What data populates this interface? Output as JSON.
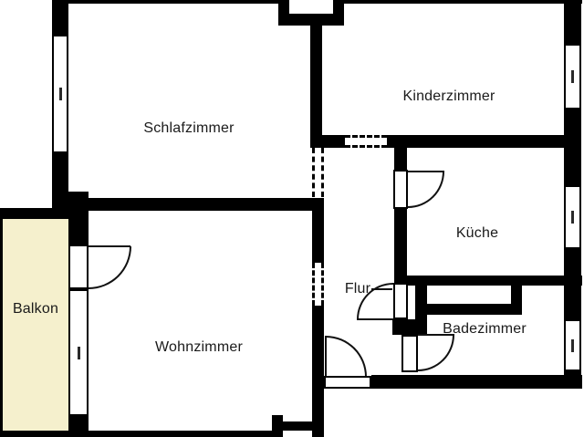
{
  "rooms": [
    {
      "id": "schlafzimmer",
      "label": "Schlafzimmer"
    },
    {
      "id": "kinderzimmer",
      "label": "Kinderzimmer"
    },
    {
      "id": "kueche",
      "label": "Küche"
    },
    {
      "id": "flur",
      "label": "Flur"
    },
    {
      "id": "badezimmer",
      "label": "Badezimmer"
    },
    {
      "id": "wohnzimmer",
      "label": "Wohnzimmer"
    },
    {
      "id": "balkon",
      "label": "Balkon"
    }
  ],
  "colors": {
    "wall": "#000000",
    "door_arc": "#111111",
    "balcony_fill": "#f5f0cd",
    "background": "#ffffff",
    "text": "#1a1a1a"
  }
}
